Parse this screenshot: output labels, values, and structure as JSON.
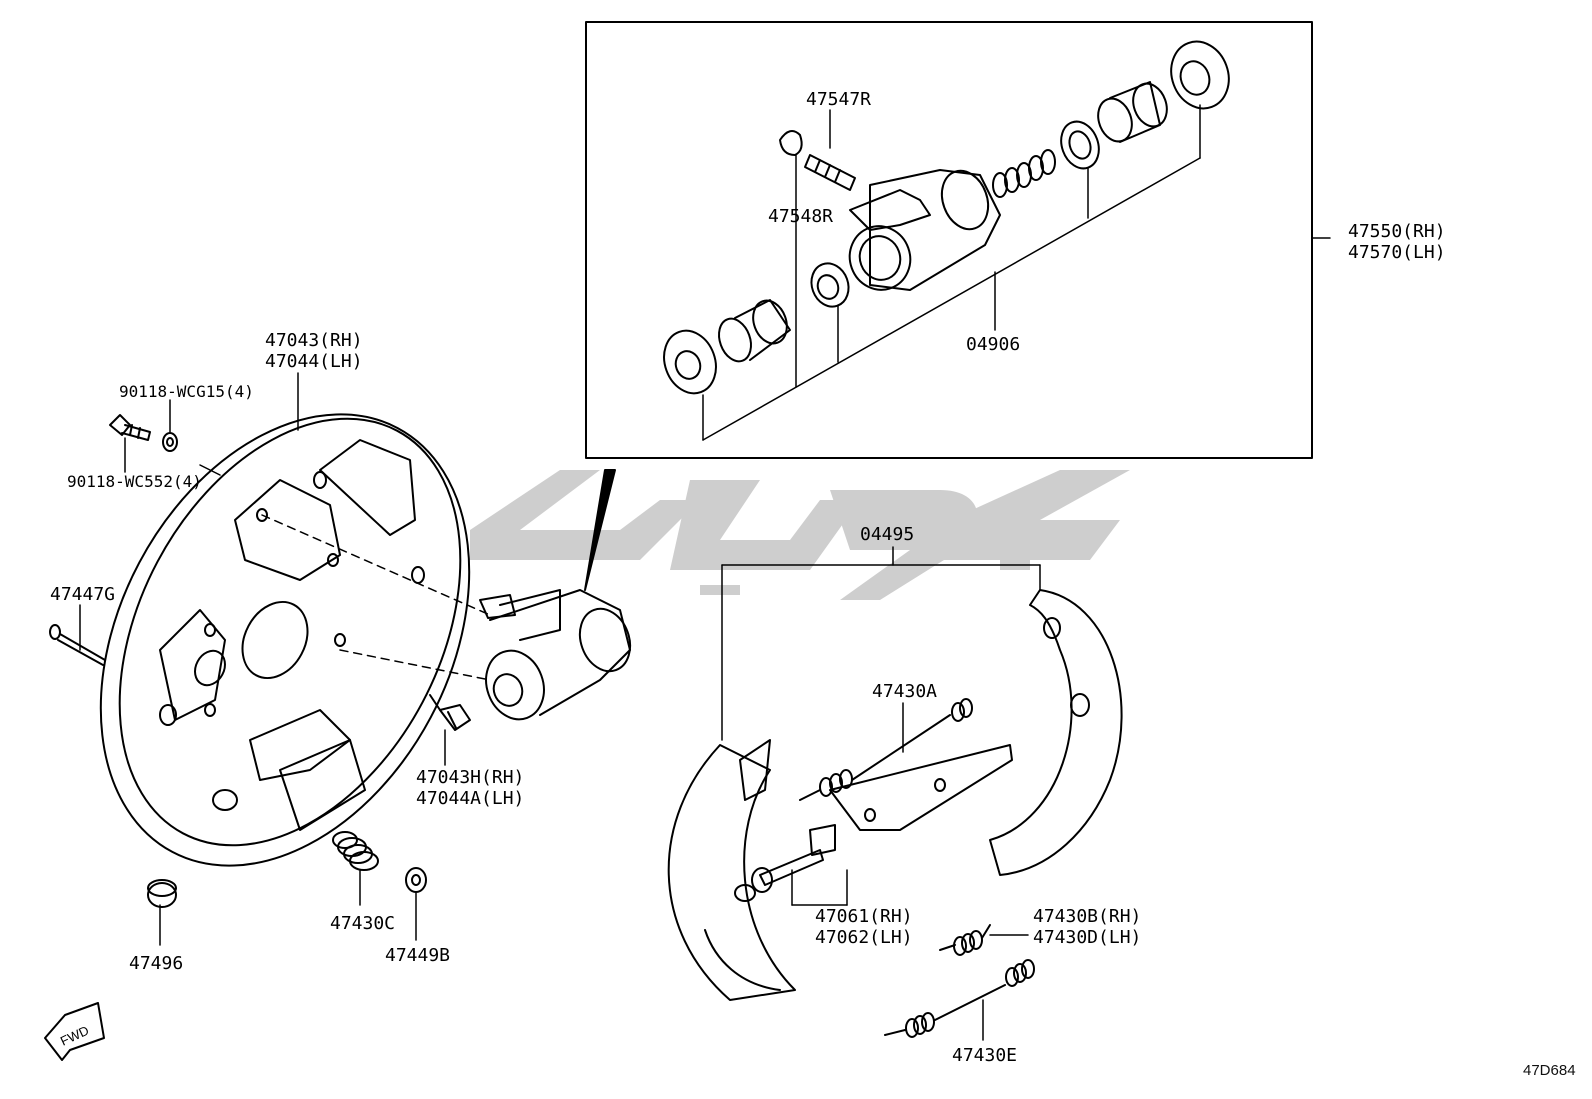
{
  "diagram": {
    "drawing_code": "47D684",
    "direction_marker": "FWD",
    "labels": {
      "p47547R": "47547R",
      "p47548R": "47548R",
      "p47550": [
        "47550(RH)",
        "47570(LH)"
      ],
      "p04906": "04906",
      "p47043": [
        "47043(RH)",
        "47044(LH)"
      ],
      "p90118_wcg15": "90118-WCG15(4)",
      "p90118_wc552": "90118-WC552(4)",
      "p47447G": "47447G",
      "p04495": "04495",
      "p47430A": "47430A",
      "p47043H": [
        "47043H(RH)",
        "47044A(LH)"
      ],
      "p47061": [
        "47061(RH)",
        "47062(LH)"
      ],
      "p47430B": [
        "47430B(RH)",
        "47430D(LH)"
      ],
      "p47430C": "47430C",
      "p47449B": "47449B",
      "p47496": "47496",
      "p47430E": "47430E"
    },
    "colors": {
      "line": "#000000",
      "watermark": "#c8c8c8"
    }
  }
}
